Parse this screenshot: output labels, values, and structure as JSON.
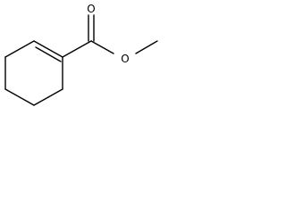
{
  "molecule": {
    "atoms": [
      {
        "id": "O1",
        "symbol": "O"
      },
      {
        "id": "O2",
        "symbol": "O"
      }
    ],
    "colors": {
      "bond": "#000000",
      "text": "#000000",
      "background": "#ffffff"
    }
  }
}
